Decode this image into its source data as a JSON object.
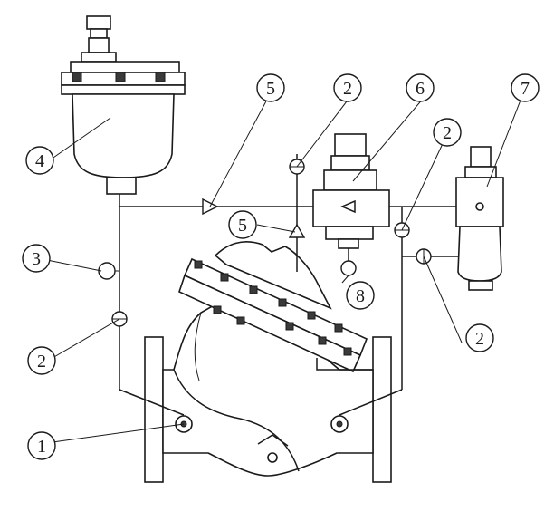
{
  "callouts": [
    {
      "id": "c1",
      "label": "1"
    },
    {
      "id": "c2a",
      "label": "2"
    },
    {
      "id": "c2b",
      "label": "2"
    },
    {
      "id": "c2c",
      "label": "2"
    },
    {
      "id": "c2d",
      "label": "2"
    },
    {
      "id": "c3",
      "label": "3"
    },
    {
      "id": "c4",
      "label": "4"
    },
    {
      "id": "c5a",
      "label": "5"
    },
    {
      "id": "c5b",
      "label": "5"
    },
    {
      "id": "c6",
      "label": "6"
    },
    {
      "id": "c7",
      "label": "7"
    },
    {
      "id": "c8",
      "label": "8"
    }
  ],
  "colors": {
    "line": "#1a1a1a",
    "fill": "#ffffff",
    "shade": "#3a3a3a"
  }
}
